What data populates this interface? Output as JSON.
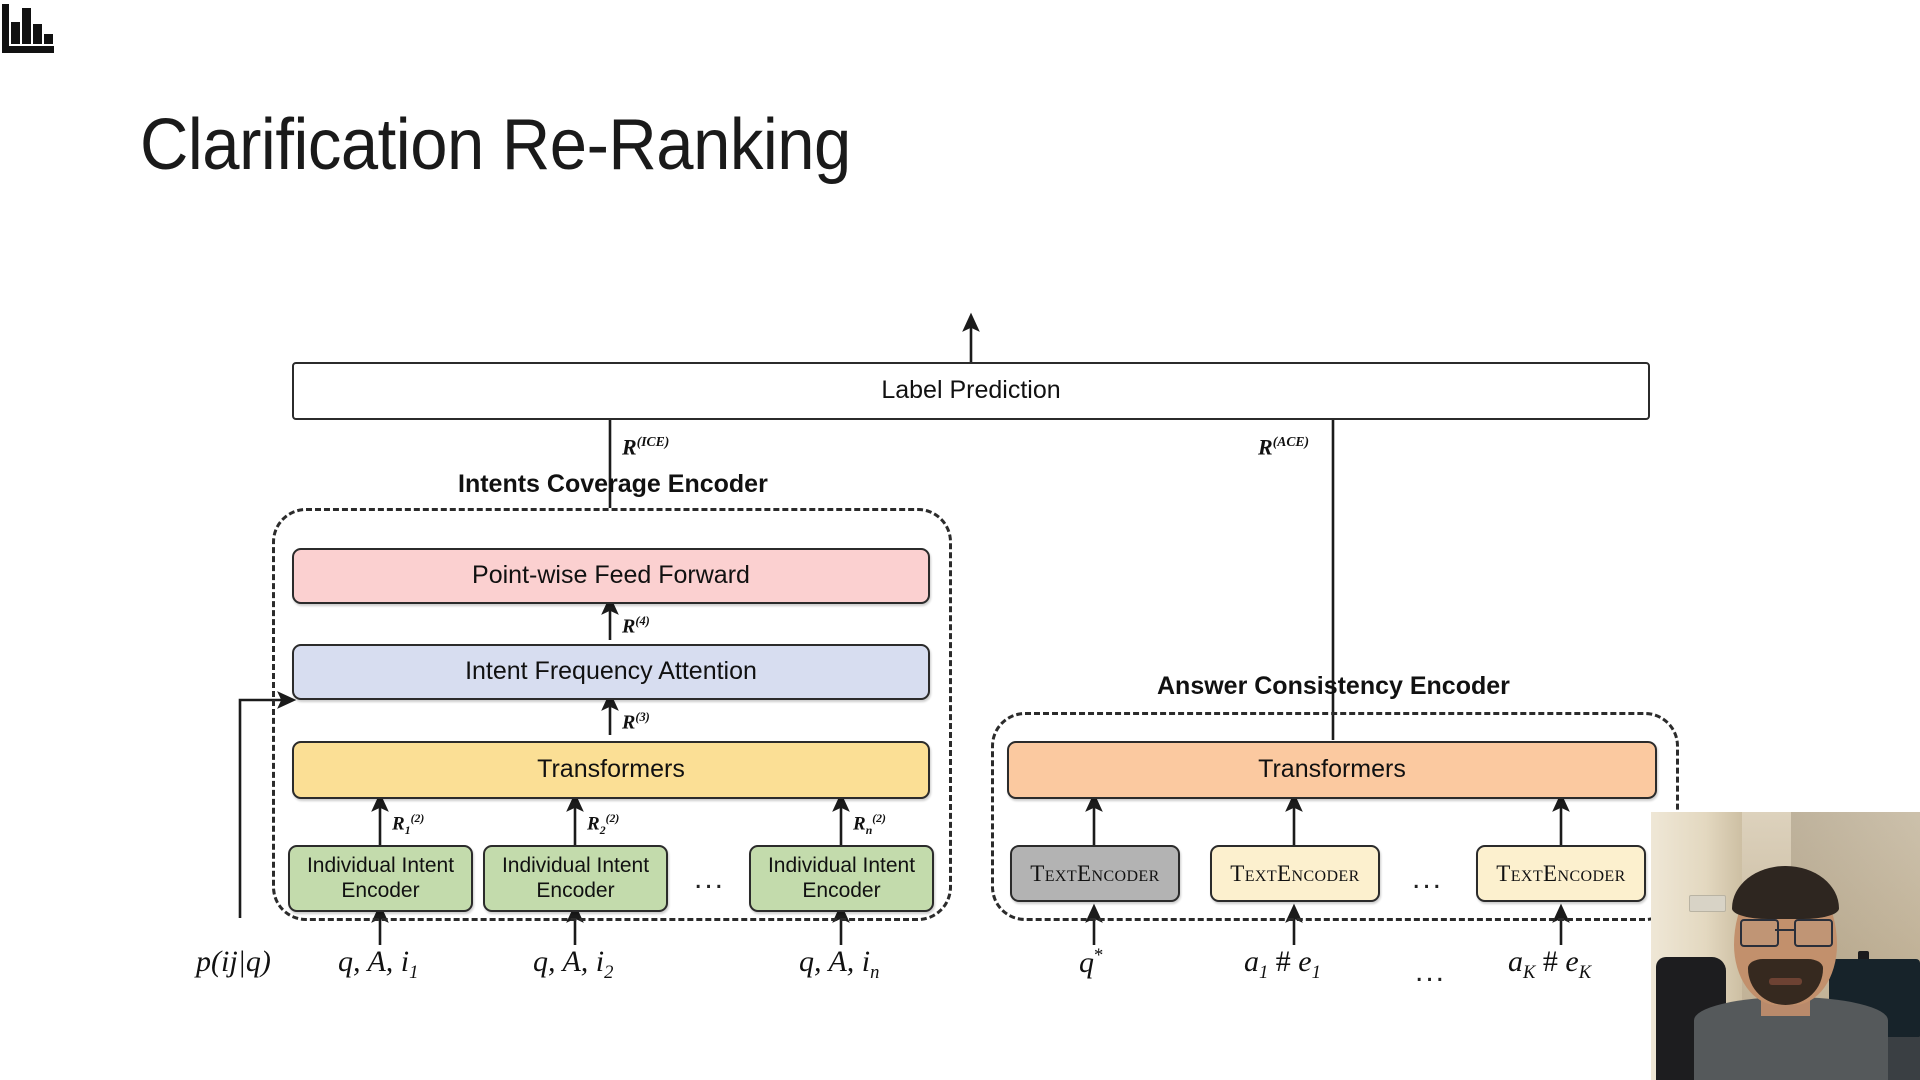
{
  "slide": {
    "title": "Clarification Re-Ranking"
  },
  "diagram": {
    "top_node": {
      "label": "Label Prediction"
    },
    "edge_labels": {
      "ice": "R(ICE)",
      "ice_base": "R",
      "ice_sup": "(ICE)",
      "ace_base": "R",
      "ace_sup": "(ACE)",
      "r4_base": "R",
      "r4_sup": "(4)",
      "r3_base": "R",
      "r3_sup": "(3)",
      "r2_base": "R",
      "r2_sub_1": "1",
      "r2_sub_2": "2",
      "r2_sub_n": "n",
      "r2_sup": "(2)"
    },
    "intents_coverage_encoder": {
      "title": "Intents Coverage Encoder",
      "layers": [
        {
          "label": "Point-wise Feed Forward",
          "color": "#FBD0D0"
        },
        {
          "label": "Intent Frequency Attention",
          "color": "#D7DDF0"
        },
        {
          "label": "Transformers",
          "color": "#FBDF95"
        }
      ],
      "encoders": [
        {
          "label": "Individual Intent Encoder",
          "color": "#C3DBAC"
        },
        {
          "label": "Individual Intent Encoder",
          "color": "#C3DBAC"
        },
        {
          "label": "Individual Intent Encoder",
          "color": "#C3DBAC"
        }
      ],
      "encoder_ellipsis": "...",
      "inputs": [
        {
          "text": "q, A, i1",
          "base": "q, A, i",
          "sub": "1"
        },
        {
          "text": "q, A, i2",
          "base": "q, A, i",
          "sub": "2"
        },
        {
          "text": "q, A, in",
          "base": "q, A, i",
          "sub": "n"
        }
      ],
      "frequency_input": {
        "label": "p(ij|q)",
        "icon": "bar-chart-icon"
      }
    },
    "answer_consistency_encoder": {
      "title": "Answer Consistency Encoder",
      "layers": [
        {
          "label": "Transformers",
          "color": "#FBC9A0"
        }
      ],
      "encoders": [
        {
          "label": "TextEncoder",
          "color": "#B3B3B3"
        },
        {
          "label": "TextEncoder",
          "color": "#FCF0CE"
        },
        {
          "label": "TextEncoder",
          "color": "#FCF0CE"
        }
      ],
      "encoder_ellipsis": "...",
      "inputs": [
        {
          "base": "q",
          "sup": "*",
          "hash": "",
          "sub": ""
        },
        {
          "base": "a",
          "sub": "1",
          "hash": " # ",
          "base2": "e",
          "sub2": "1"
        },
        {
          "base": "a",
          "sub": "K",
          "hash": " # ",
          "base2": "e",
          "sub2": "K"
        }
      ],
      "input_ellipsis": "..."
    }
  },
  "webcam": {
    "label": "presenter-webcam"
  }
}
